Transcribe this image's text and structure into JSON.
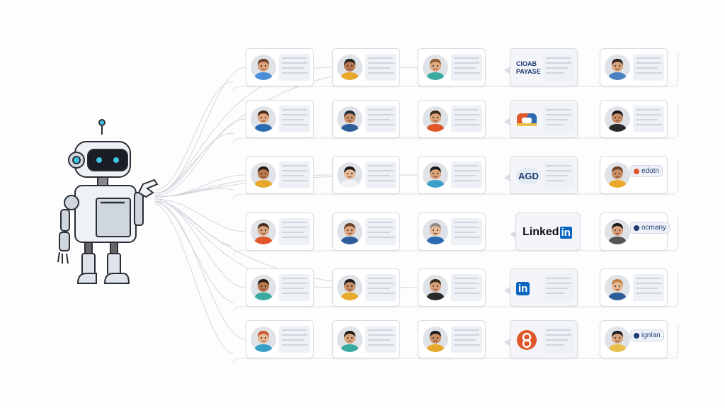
{
  "rows": [
    {
      "cards": [
        {
          "type": "person",
          "skin": "#d9a27a",
          "hair": "#6b4226",
          "shirt": "#4a90d9"
        },
        {
          "type": "person",
          "skin": "#b9794f",
          "hair": "#222222",
          "shirt": "#e8a92a"
        },
        {
          "type": "person",
          "skin": "#e0a880",
          "hair": "#8a5a2b",
          "shirt": "#3aa99f"
        },
        {
          "type": "logo",
          "logo_text": "CIOAB",
          "logo_text2": "PAYASE",
          "logo_color": "#1f3b73"
        },
        {
          "type": "person",
          "skin": "#d9a27a",
          "hair": "#2a1f1a",
          "shirt": "#4a7fc0"
        }
      ]
    },
    {
      "cards": [
        {
          "type": "person",
          "skin": "#e0a880",
          "hair": "#4a2c1a",
          "shirt": "#2b6cb0"
        },
        {
          "type": "person",
          "skin": "#c98e66",
          "hair": "#1f2a3a",
          "shirt": "#2f5d99"
        },
        {
          "type": "person",
          "skin": "#d9a27a",
          "hair": "#3a2a1a",
          "shirt": "#e0572a"
        },
        {
          "type": "logo",
          "logo_icon": "multicolor-logo",
          "logo_color": "#e0572a"
        },
        {
          "type": "person",
          "skin": "#c98e66",
          "hair": "#1a1a1a",
          "shirt": "#2a2a2a"
        }
      ]
    },
    {
      "cards": [
        {
          "type": "person",
          "skin": "#b9794f",
          "hair": "#2a1a10",
          "shirt": "#e8a92a"
        },
        {
          "type": "person",
          "skin": "#e6b894",
          "hair": "#1a1a1a",
          "shirt": "#f2f2f2"
        },
        {
          "type": "person",
          "skin": "#d9a27a",
          "hair": "#1a1a1a",
          "shirt": "#3aa0c9"
        },
        {
          "type": "logo",
          "logo_text": "AGD",
          "logo_color": "#1f3b73"
        },
        {
          "type": "person",
          "skin": "#c98e66",
          "hair": "#6b4226",
          "shirt": "#e8a92a",
          "tag": "edotn",
          "tag_color": "#e0572a"
        }
      ]
    },
    {
      "cards": [
        {
          "type": "person",
          "skin": "#d9a27a",
          "hair": "#4a2c1a",
          "shirt": "#e0572a"
        },
        {
          "type": "person",
          "skin": "#e0a880",
          "hair": "#6b4226",
          "shirt": "#2f5d99"
        },
        {
          "type": "person",
          "skin": "#e6b894",
          "hair": "#8a8a8a",
          "shirt": "#2b6cb0"
        },
        {
          "type": "logo",
          "logo_text": "Linked",
          "logo_text2": "in",
          "logo_color": "#0a66c2"
        },
        {
          "type": "person",
          "skin": "#d9a27a",
          "hair": "#1a1a1a",
          "shirt": "#555555",
          "tag": "ocmany",
          "tag_color": "#1f3b73"
        }
      ]
    },
    {
      "cards": [
        {
          "type": "person",
          "skin": "#b9794f",
          "hair": "#2a1a10",
          "shirt": "#3aa99f"
        },
        {
          "type": "person",
          "skin": "#c98e66",
          "hair": "#1a1a1a",
          "shirt": "#e8a92a"
        },
        {
          "type": "person",
          "skin": "#d9a27a",
          "hair": "#3a2a1a",
          "shirt": "#2a2a2a"
        },
        {
          "type": "logo",
          "logo_text2": "in",
          "logo_color": "#0a66c2"
        },
        {
          "type": "person",
          "skin": "#e6b894",
          "hair": "#c08040",
          "shirt": "#2f5d99"
        }
      ]
    },
    {
      "cards": [
        {
          "type": "person",
          "skin": "#e6b894",
          "hair": "#d0502a",
          "shirt": "#3aa0c9"
        },
        {
          "type": "person",
          "skin": "#d9a27a",
          "hair": "#1a1a1a",
          "shirt": "#3aa99f"
        },
        {
          "type": "person",
          "skin": "#c98e66",
          "hair": "#1a1a1a",
          "shirt": "#e8a92a"
        },
        {
          "type": "logo",
          "logo_icon": "orange-circle-logo",
          "logo_color": "#e0572a"
        },
        {
          "type": "person",
          "skin": "#d9a27a",
          "hair": "#1a1a1a",
          "shirt": "#e8c04a",
          "tag": "ignlan",
          "tag_color": "#1f3b73"
        }
      ]
    }
  ],
  "robot": {
    "body_color": "#eef1f5",
    "eye_color": "#3cc6e8",
    "visor_color": "#1a1d24"
  },
  "line_color": "#c9ced6"
}
